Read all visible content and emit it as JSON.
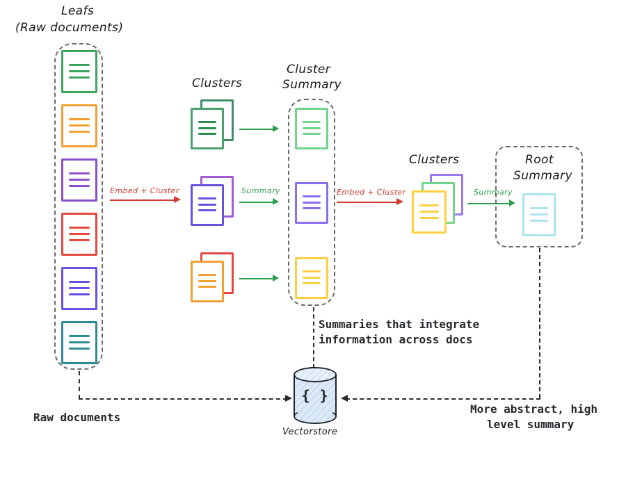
{
  "diagram": {
    "title_labels": {
      "leafs_line1": "Leafs",
      "leafs_line2": "(Raw documents)",
      "clusters_1": "Clusters",
      "cluster_summary_line1": "Cluster",
      "cluster_summary_line2": "Summary",
      "clusters_2": "Clusters",
      "root_summary_line1": "Root",
      "root_summary_line2": "Summary"
    },
    "edge_labels": {
      "embed_cluster_1": "Embed + Cluster",
      "summary_1": "Summary",
      "embed_cluster_2": "Embed + Cluster",
      "summary_2": "Summary"
    },
    "annotations": {
      "summaries_line1": "Summaries that integrate",
      "summaries_line2": "information across docs",
      "raw_documents": "Raw documents",
      "abstract_line1": "More abstract, high",
      "abstract_line2": "level summary"
    },
    "vectorstore": {
      "label": "Vectorstore",
      "glyph": "{ }"
    },
    "colors": {
      "green": "#3fa45b",
      "orange": "#f0a030",
      "purple": "#8b4fc9",
      "red": "#e3493f",
      "blueviolet": "#6a4fe0",
      "teal": "#2f8b92",
      "light_green": "#70d48a",
      "yellow": "#ffcf40",
      "cyan": "#aae4ef",
      "magenta_purple": "#a25ad0",
      "dark_green": "#3f8f6a",
      "label_red": "#d1382c",
      "label_green": "#2f9e4f",
      "dash_gray": "#6a6a6a",
      "ink": "#1d2329",
      "cylinder_fill": "#dce9f8"
    },
    "leaf_documents": [
      {
        "color": "#3fa45b",
        "name": "leaf-doc-green"
      },
      {
        "color": "#f0a030",
        "name": "leaf-doc-orange"
      },
      {
        "color": "#8b4fc9",
        "name": "leaf-doc-purple"
      },
      {
        "color": "#e3493f",
        "name": "leaf-doc-red"
      },
      {
        "color": "#6a4fe0",
        "name": "leaf-doc-blueviolet"
      },
      {
        "color": "#2f8b92",
        "name": "leaf-doc-teal"
      }
    ],
    "cluster_stacks_1": [
      {
        "front": "#4aa06b",
        "back": "#3f8f6a",
        "name": "cluster-stack-green"
      },
      {
        "front": "#6a4fe0",
        "back": "#a25ad0",
        "name": "cluster-stack-purple"
      },
      {
        "front": "#f0a030",
        "back": "#e3493f",
        "name": "cluster-stack-orange"
      }
    ],
    "cluster_summary_documents": [
      {
        "color": "#70d48a",
        "name": "cluster-summary-doc-green"
      },
      {
        "color": "#8b6ef0",
        "name": "cluster-summary-doc-purple"
      },
      {
        "color": "#ffcf40",
        "name": "cluster-summary-doc-yellow"
      }
    ],
    "cluster_stack_2": [
      {
        "color": "#9b7cf0",
        "name": "cluster2-doc-purple"
      },
      {
        "color": "#70d48a",
        "name": "cluster2-doc-green"
      },
      {
        "color": "#ffcf40",
        "name": "cluster2-doc-yellow"
      }
    ],
    "root_document": {
      "color": "#aae4ef",
      "name": "root-summary-doc-cyan"
    }
  }
}
